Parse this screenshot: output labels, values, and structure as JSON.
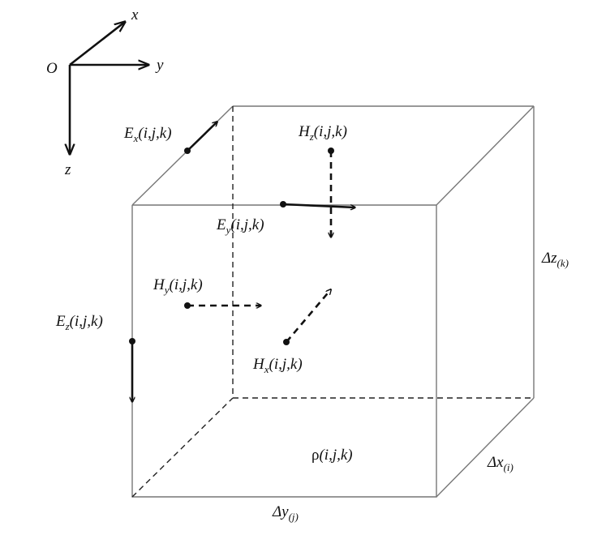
{
  "axes": {
    "origin": "O",
    "x": "x",
    "y": "y",
    "z": "z"
  },
  "fields": {
    "ex": {
      "sym": "E",
      "sub": "x",
      "args": "(i,j,k)"
    },
    "ey": {
      "sym": "E",
      "sub": "y",
      "args": "(i,j,k)"
    },
    "ez": {
      "sym": "E",
      "sub": "z",
      "args": "(i,j,k)"
    },
    "hx": {
      "sym": "H",
      "sub": "x",
      "args": "(i,j,k)"
    },
    "hy": {
      "sym": "H",
      "sub": "y",
      "args": "(i,j,k)"
    },
    "hz": {
      "sym": "H",
      "sub": "z",
      "args": "(i,j,k)"
    },
    "rho": {
      "sym": "ρ",
      "args": "(i,j,k)"
    }
  },
  "dimensions": {
    "dy": {
      "sym": "Δy",
      "sub": "(j)"
    },
    "dx": {
      "sym": "Δx",
      "sub": "(i)"
    },
    "dz": {
      "sym": "Δz",
      "sub": "(k)"
    }
  },
  "colors": {
    "edge": "#777777",
    "vector": "#111111"
  }
}
